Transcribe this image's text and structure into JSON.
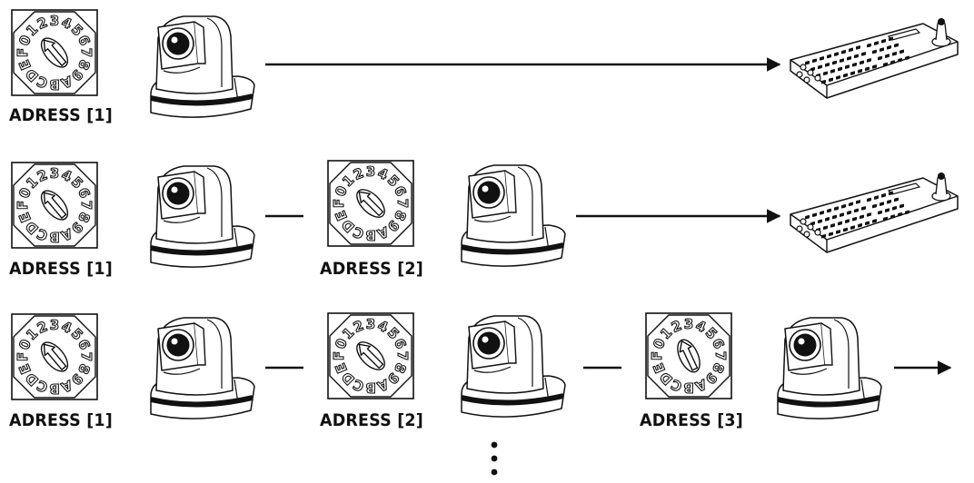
{
  "rows": [
    {
      "units": [
        {
          "label": "ADRESS [1]"
        }
      ]
    },
    {
      "units": [
        {
          "label": "ADRESS [1]"
        },
        {
          "label": "ADRESS [2]"
        }
      ]
    },
    {
      "units": [
        {
          "label": "ADRESS [1]"
        },
        {
          "label": "ADRESS [2]"
        },
        {
          "label": "ADRESS [3]"
        }
      ]
    }
  ],
  "dial_digits": [
    "0",
    "1",
    "2",
    "3",
    "4",
    "5",
    "6",
    "7",
    "8",
    "9",
    "A",
    "B",
    "C",
    "D",
    "E",
    "F"
  ],
  "colors": {
    "line": "#111111",
    "background": "#ffffff"
  }
}
